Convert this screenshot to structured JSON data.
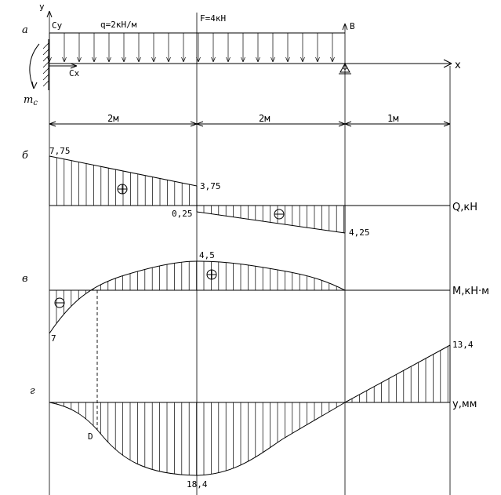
{
  "labels": {
    "row_a": "а",
    "row_b": "б",
    "row_v": "в",
    "row_g": "г",
    "y_axis": "y",
    "x_axis": "x",
    "cy": "Cy",
    "cx": "Cx",
    "mc_m": "m",
    "mc_sub": "c",
    "load": "q=2кН/м",
    "force": "F=4кН",
    "support_b": "B",
    "dim1": "2м",
    "dim2": "2м",
    "dim3": "1м",
    "q_unit": "Q,кН",
    "m_unit": "M,кН·м",
    "y_unit": "y,мм",
    "point_d": "D"
  },
  "values": {
    "q_left": "7,75",
    "q_mid_top": "3,75",
    "q_mid_bot": "0,25",
    "q_right": "4,25",
    "m_left": "7",
    "m_max": "4,5",
    "y_right": "13,4",
    "y_min": "18,4"
  }
}
